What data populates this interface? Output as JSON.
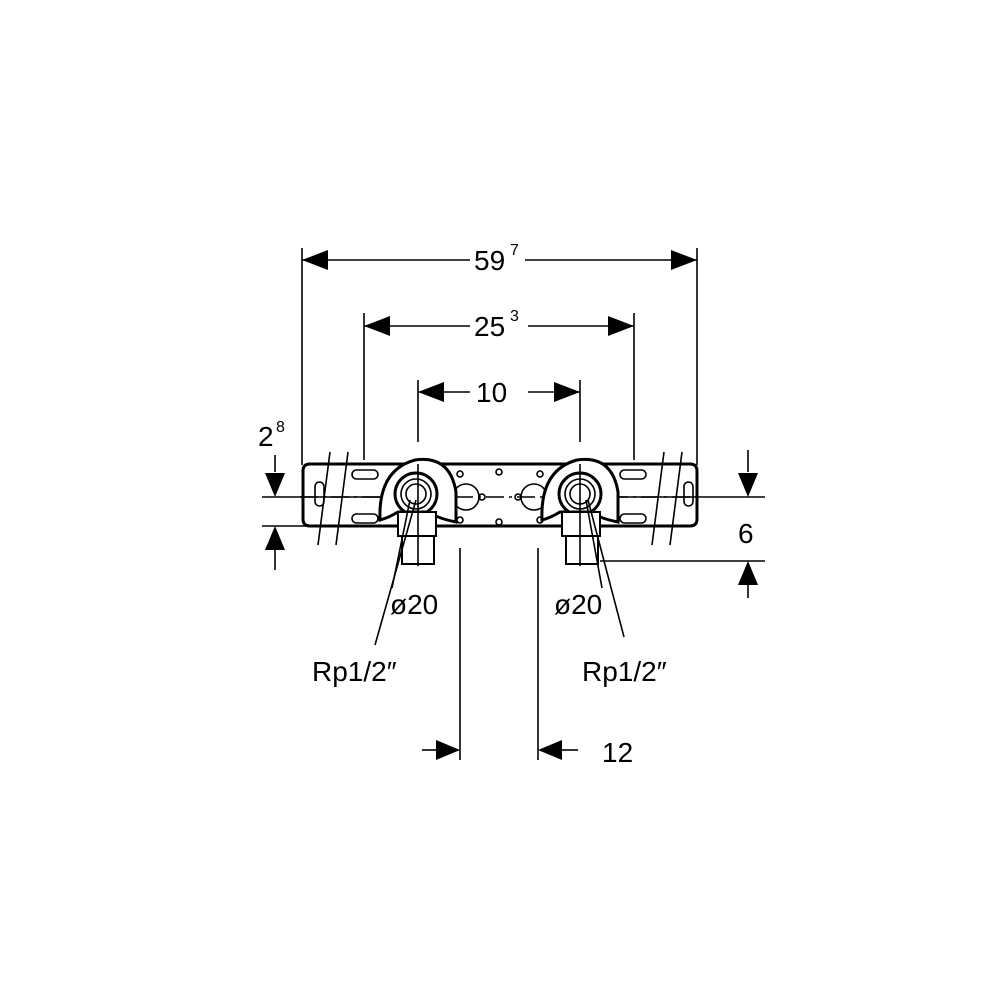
{
  "dimensions": {
    "overall_width": {
      "value": "59",
      "sup": "7"
    },
    "fixing_distance": {
      "value": "25",
      "sup": "3"
    },
    "outlet_distance": {
      "value": "10"
    },
    "depth": {
      "value": "2",
      "sup": "8"
    },
    "outlet_offset": {
      "value": "6"
    },
    "gap": {
      "value": "12"
    }
  },
  "callouts": {
    "left_diameter": "ø20",
    "right_diameter": "ø20",
    "left_thread": "Rp1/2″",
    "right_thread": "Rp1/2″"
  },
  "colors": {
    "line": "#000000",
    "background": "#ffffff"
  }
}
